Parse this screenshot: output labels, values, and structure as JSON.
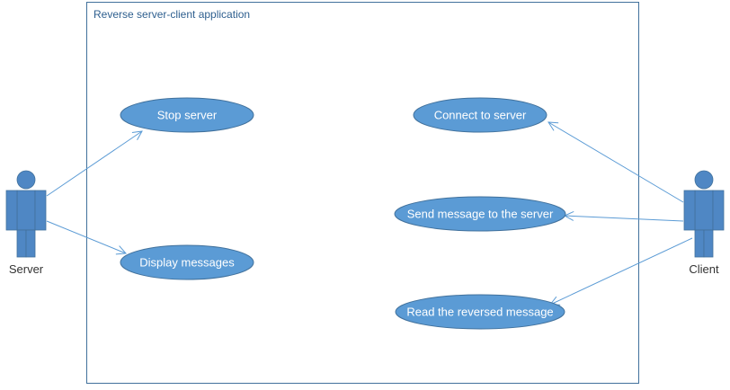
{
  "system_boundary": {
    "title": "Reverse server-client application"
  },
  "actors": {
    "server": {
      "label": "Server"
    },
    "client": {
      "label": "Client"
    }
  },
  "use_cases": {
    "stop_server": "Stop server",
    "display_messages": "Display messages",
    "connect_to_server": "Connect to server",
    "send_message": "Send message to the server",
    "read_reversed": "Read the reversed message"
  },
  "colors": {
    "use_case_fill": "#5b9bd5",
    "use_case_stroke": "#41719c",
    "actor_fill": "#4f87c4",
    "line": "#5b9bd5",
    "boundary": "#41719c"
  }
}
